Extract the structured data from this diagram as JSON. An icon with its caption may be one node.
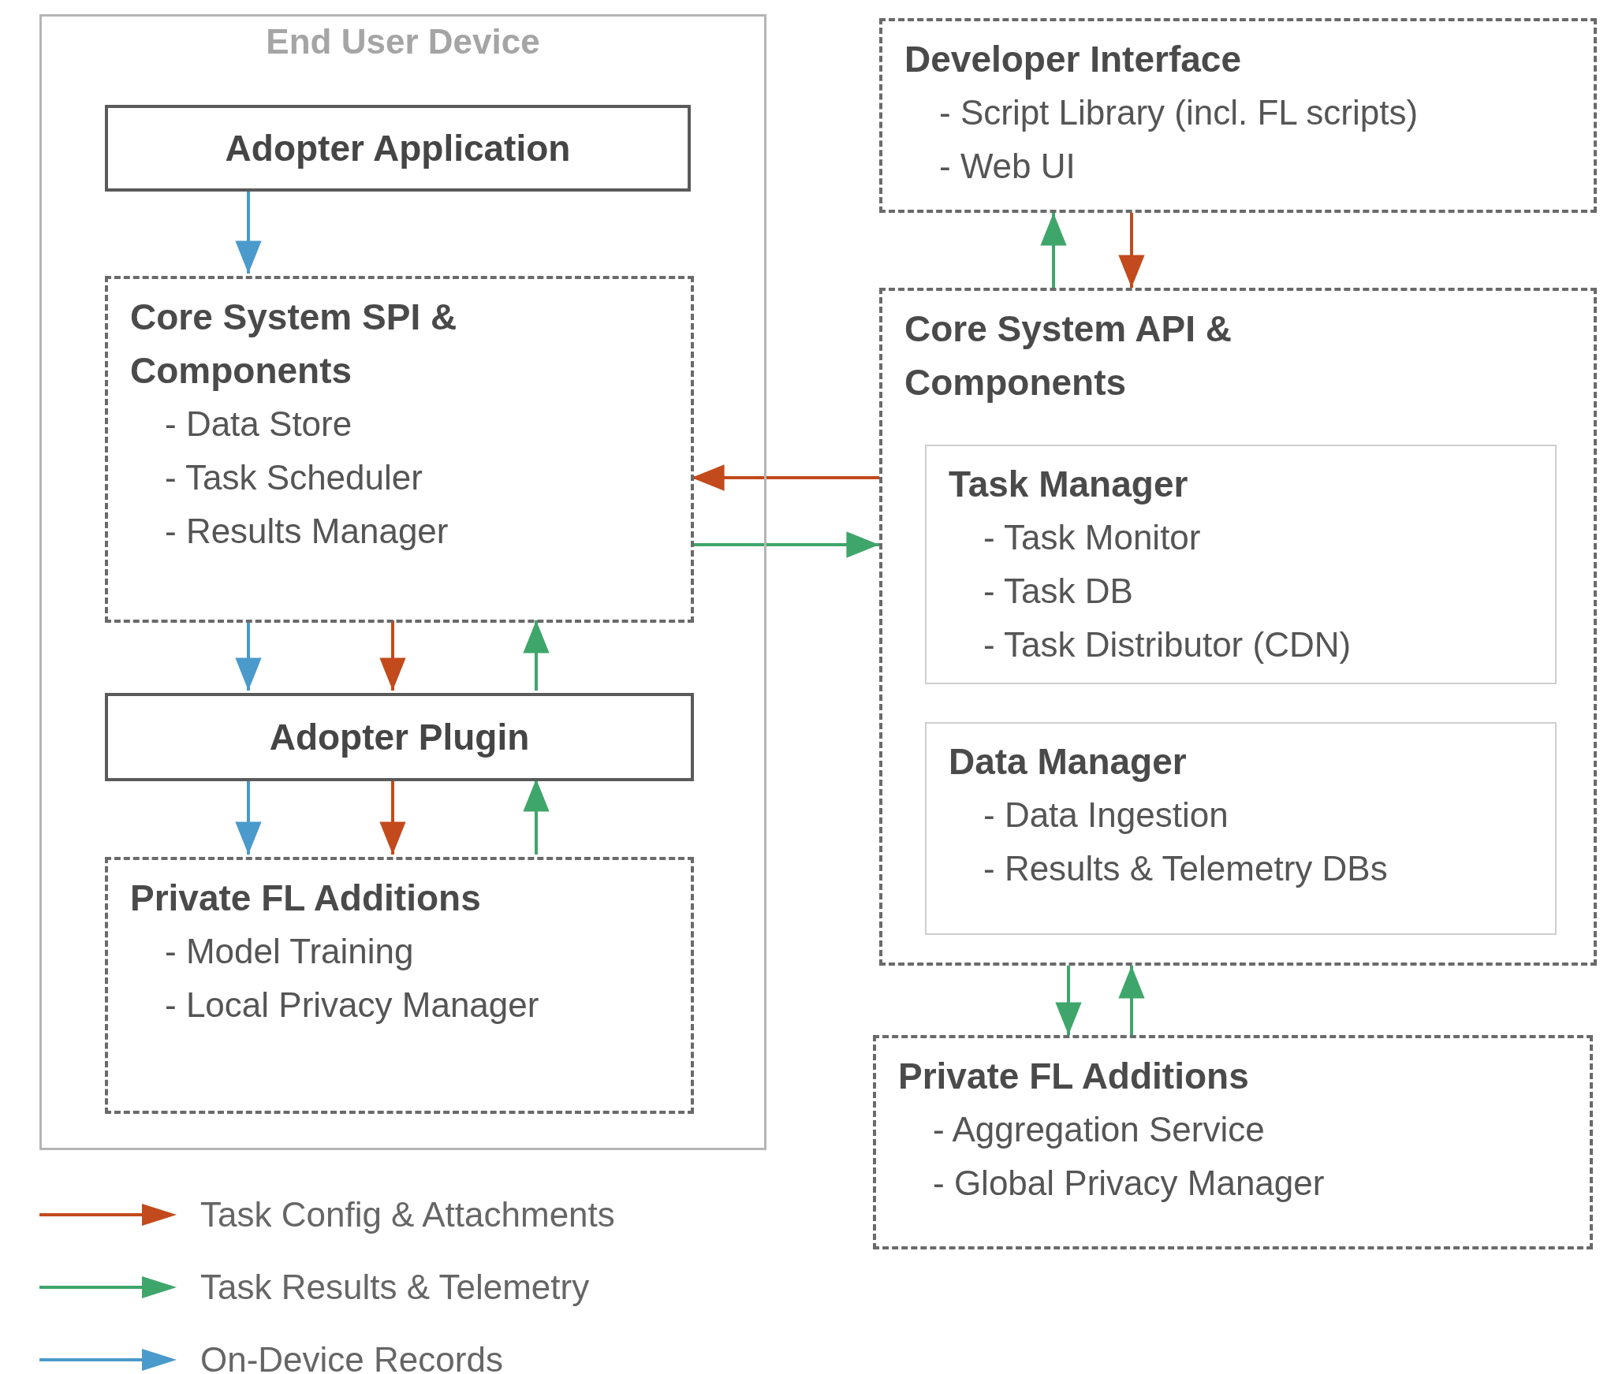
{
  "diagram": {
    "nodes": [
      {
        "text": [
          "End User Device"
        ]
      },
      {
        "text": [
          "Adopter Application"
        ],
        "in": 0
      },
      {
        "text": [
          "Core System SPI & Components",
          "- Data Store",
          "- Task Scheduler",
          "- Results Manager"
        ],
        "in": 0
      },
      {
        "text": [
          "Adopter Plugin"
        ],
        "in": 0
      },
      {
        "text": [
          "Private FL Additions",
          "- Model Training",
          "- Local Privacy Manager"
        ],
        "in": 0
      },
      {
        "text": [
          "Developer Interface",
          "- Script Library (incl. FL scripts)",
          "- Web UI"
        ]
      },
      {
        "text": [
          "Core System API & Components"
        ]
      },
      {
        "text": [
          "Task Manager",
          "- Task Monitor",
          "- Task DB",
          "- Task Distributor (CDN)"
        ],
        "in": 6
      },
      {
        "text": [
          "Data Manager",
          "- Data Ingestion",
          "- Results & Telemetry DBs"
        ],
        "in": 6
      },
      {
        "text": [
          "Private FL Additions",
          "- Aggregation Service",
          "- Global Privacy Manager"
        ]
      }
    ],
    "edges": [
      {
        "from": 1,
        "to": 2,
        "arrow": "to",
        "color": "#4a9acb"
      },
      {
        "from": 6,
        "to": 2,
        "arrow": "to",
        "color": "#c24a1c"
      },
      {
        "from": 2,
        "to": 6,
        "arrow": "to"
      },
      {
        "from": 2,
        "to": 3,
        "arrow": "to",
        "color": "#4a9acb"
      },
      {
        "from": 2,
        "to": 3,
        "arrow": "to",
        "color": "#c24a1c"
      },
      {
        "from": 3,
        "to": 2,
        "arrow": "to"
      },
      {
        "from": 3,
        "to": 4,
        "arrow": "to",
        "color": "#4a9acb"
      },
      {
        "from": 3,
        "to": 4,
        "arrow": "to",
        "color": "#c24a1c"
      },
      {
        "from": 4,
        "to": 3,
        "arrow": "to"
      },
      {
        "from": 6,
        "to": 5,
        "arrow": "to"
      },
      {
        "from": 5,
        "to": 6,
        "arrow": "to",
        "color": "#c24a1c"
      },
      {
        "from": 6,
        "to": 9,
        "arrow": "to"
      },
      {
        "from": 9,
        "to": 6,
        "arrow": "to"
      }
    ],
    "legend": [
      {
        "text": "Task Config & Attachments",
        "color": "#c24a1c"
      },
      {
        "text": "Task Results & Telemetry",
        "color": "#3fa66b"
      },
      {
        "text": "On-Device Records",
        "color": "#4a9acb"
      }
    ]
  }
}
